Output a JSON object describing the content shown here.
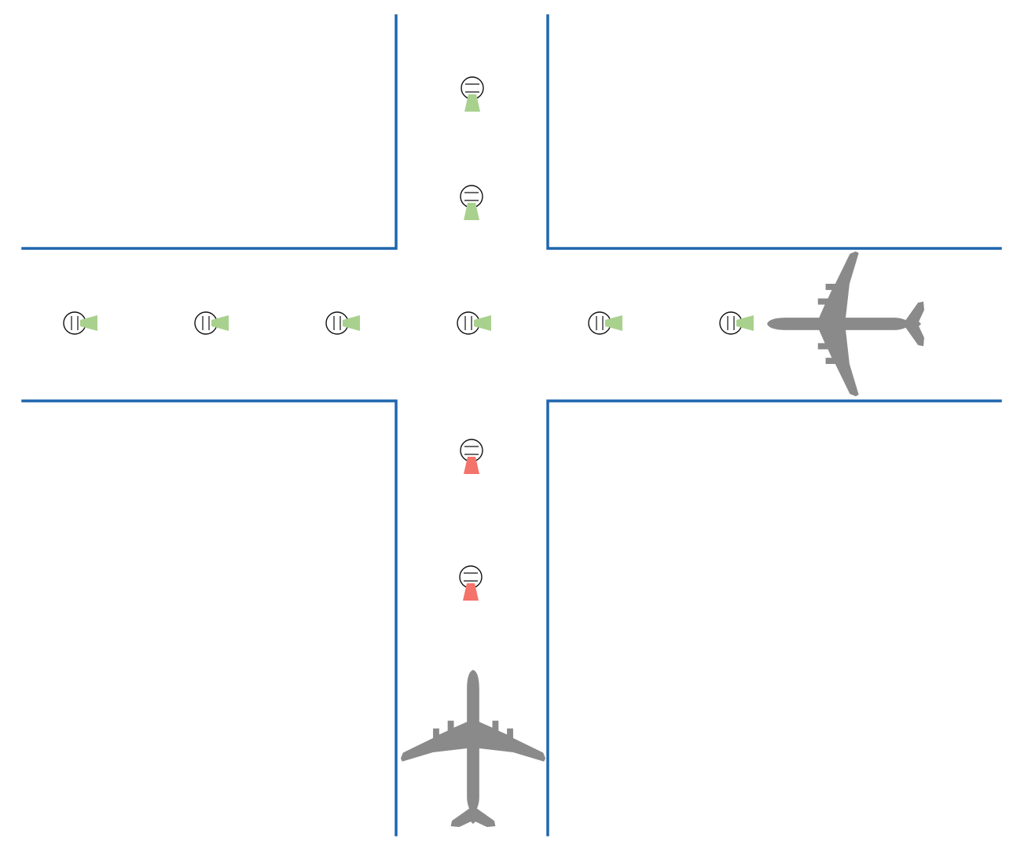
{
  "diagram": {
    "kind": "runway-intersection-stop-bar-lights",
    "colors": {
      "background": "#ffffff",
      "edge": "#1f66ad",
      "light_green": "#a9d18e",
      "light_red": "#f4736b",
      "aircraft": "#8a8a8a"
    },
    "horizontal_runway": {
      "lights": [
        {
          "state": "green",
          "facing": "east"
        },
        {
          "state": "green",
          "facing": "east"
        },
        {
          "state": "green",
          "facing": "east"
        },
        {
          "state": "green",
          "facing": "east"
        },
        {
          "state": "green",
          "facing": "east"
        },
        {
          "state": "green",
          "facing": "east"
        }
      ],
      "aircraft": {
        "icon": "airplane-icon",
        "heading": "west"
      }
    },
    "vertical_runway": {
      "lights_north": [
        {
          "state": "green",
          "facing": "south"
        },
        {
          "state": "green",
          "facing": "south"
        }
      ],
      "lights_south": [
        {
          "state": "red",
          "facing": "south"
        },
        {
          "state": "red",
          "facing": "south"
        }
      ],
      "aircraft": {
        "icon": "airplane-icon",
        "heading": "north"
      }
    }
  }
}
